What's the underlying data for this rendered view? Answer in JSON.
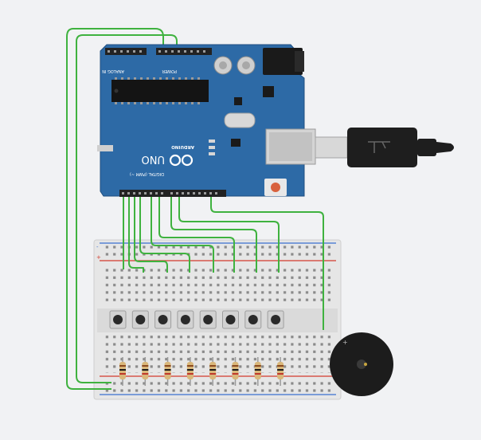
{
  "board": {
    "model_label": "UNO",
    "brand_label": "ARDUINO",
    "analog_header_label": "ANALOG IN",
    "power_header_label": "POWER",
    "digital_header_label": "DIGITAL (PWM ~)",
    "board_color": "#2d6aa6",
    "header_color": "#222222"
  },
  "usb_cable": {
    "color": "#1e1e1e",
    "plug_color": "#d8d8d8"
  },
  "breadboard": {
    "rail_positive_color": "#d33a2c",
    "rail_negative_color": "#3a6fcf",
    "rail_plus_label": "+",
    "rail_minus_label": "-"
  },
  "components": {
    "pushbutton_count": 8,
    "resistor_count": 8,
    "buzzer": {
      "name": "piezo-buzzer",
      "color": "#1c1c1c"
    }
  },
  "wire_color": "#3fb23f"
}
